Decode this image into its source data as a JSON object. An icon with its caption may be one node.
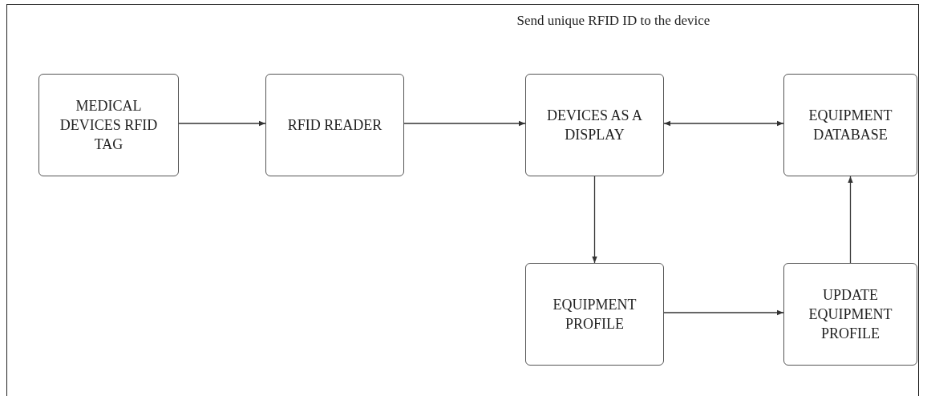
{
  "diagram": {
    "nodes": [
      {
        "text": [
          "MEDICAL DEVICES RFID TAG"
        ]
      },
      {
        "text": [
          "RFID READER"
        ]
      },
      {
        "text": [
          "DEVICES AS A DISPLAY"
        ]
      },
      {
        "text": [
          "EQUIPMENT DATABASE"
        ]
      },
      {
        "text": [
          "EQUIPMENT PROFILE"
        ]
      },
      {
        "text": [
          "UPDATE EQUIPMENT PROFILE"
        ]
      }
    ],
    "edges": [
      {
        "from": 0,
        "to": 1,
        "arrow": "to"
      },
      {
        "from": 1,
        "to": 2,
        "arrow": "to"
      },
      {
        "from": 2,
        "to": 3,
        "arrow": "both"
      },
      {
        "from": 2,
        "to": 4,
        "arrow": "to"
      },
      {
        "from": 4,
        "to": 5,
        "arrow": "to"
      },
      {
        "from": 5,
        "to": 3,
        "arrow": "to"
      }
    ],
    "labels": [
      "Send unique RFID ID to the device"
    ]
  }
}
